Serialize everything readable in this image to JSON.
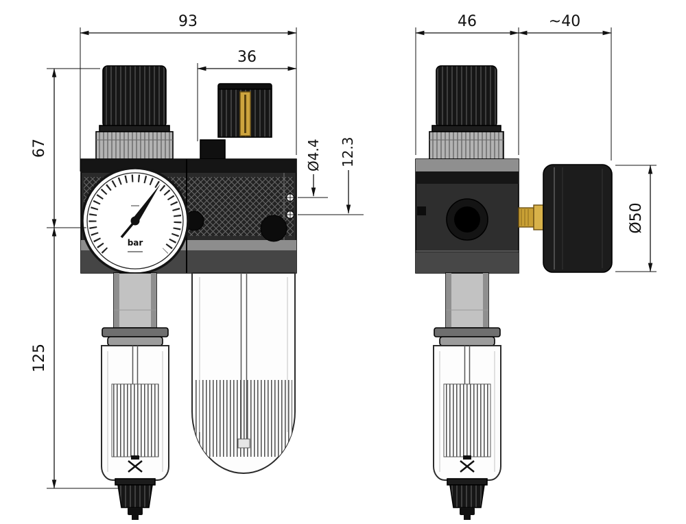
{
  "dimensions": {
    "front_total_width": "93",
    "oiler_width": "36",
    "upper_height": "67",
    "bowl_height": "125",
    "hole_diameter": "Ø4.4",
    "hole_spacing": "12.3",
    "side_width": "46",
    "gauge_depth": "~40",
    "gauge_diameter": "Ø50"
  },
  "gauge": {
    "unit": "bar"
  },
  "colors": {
    "line": "#111111",
    "body_dark": "#2a2a2a",
    "metal_gray": "#c2c2c2",
    "brass": "#c9a035",
    "background": "#ffffff"
  }
}
